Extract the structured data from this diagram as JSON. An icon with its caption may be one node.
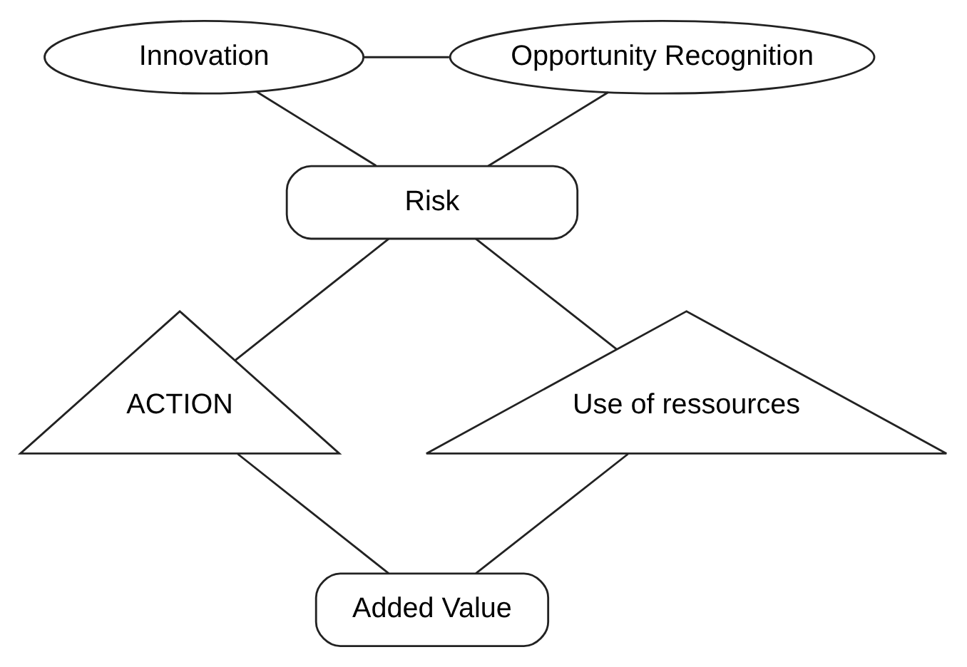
{
  "diagram": {
    "nodes": [
      {
        "text": [
          "Innovation"
        ]
      },
      {
        "text": [
          "Opportunity Recognition"
        ]
      },
      {
        "text": [
          "Risk"
        ]
      },
      {
        "text": [
          "ACTION"
        ]
      },
      {
        "text": [
          "Use of ressources"
        ]
      },
      {
        "text": [
          "Added Value"
        ]
      }
    ],
    "edges": [
      {
        "from": 0,
        "to": 1,
        "arrow": "none"
      },
      {
        "from": 0,
        "to": 2,
        "arrow": "none"
      },
      {
        "from": 1,
        "to": 2,
        "arrow": "none"
      },
      {
        "from": 2,
        "to": 3,
        "arrow": "none"
      },
      {
        "from": 2,
        "to": 4,
        "arrow": "none"
      },
      {
        "from": 3,
        "to": 5,
        "arrow": "none"
      },
      {
        "from": 4,
        "to": 5,
        "arrow": "none"
      }
    ]
  }
}
